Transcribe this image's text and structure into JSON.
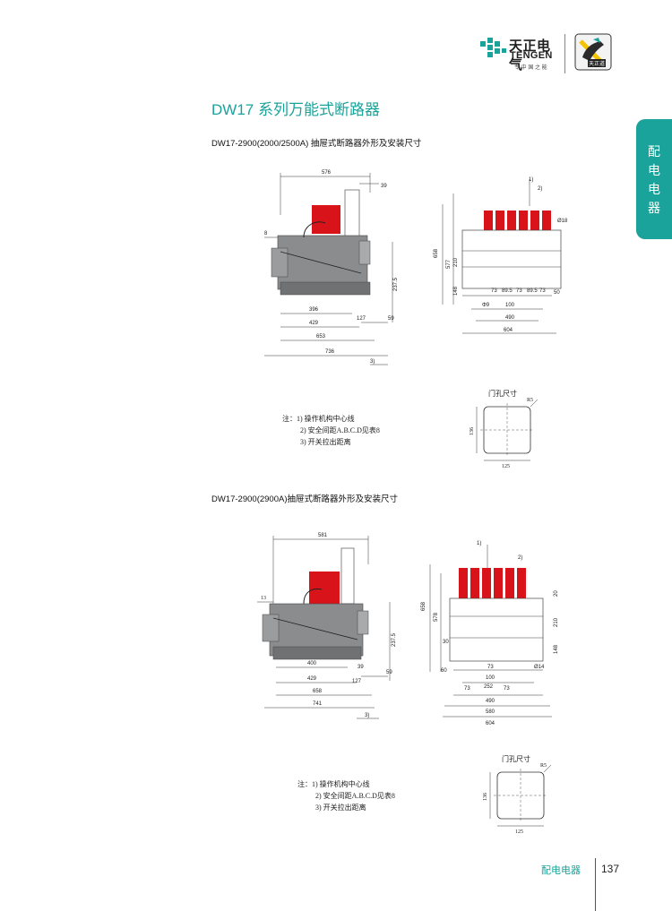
{
  "header": {
    "brand_cn": "天正电气",
    "brand_en": "TENGEN",
    "slogan": "专 中 国 之 能",
    "badge_text": "天正道"
  },
  "page_title": "DW17 系列万能式断路器",
  "side_tab": [
    "配",
    "电",
    "电",
    "器"
  ],
  "section1": {
    "title": "DW17-2900(2000/2500A) 抽屉式断路器外形及安装尺寸",
    "dims_side": [
      "576",
      "39",
      "8",
      "396",
      "429",
      "653",
      "127",
      "59",
      "736",
      "3)",
      "237.5"
    ],
    "dims_front": [
      "1)",
      "2)",
      "Ø18",
      "658",
      "577",
      "210",
      "148",
      "73",
      "89.5",
      "73",
      "89.5",
      "73",
      "50",
      "Φ9",
      "100",
      "490",
      "604"
    ],
    "door_label": "门孔尺寸",
    "door_r": "R5",
    "door_h": "136",
    "door_w": "125",
    "notes": [
      "注：1) 操作机构中心线",
      "2) 安全间距A.B.C.D见表8",
      "3) 开关拉出距离"
    ]
  },
  "section2": {
    "title": "DW17-2900(2900A)抽屉式断路器外形及安装尺寸",
    "dims_side": [
      "581",
      "13",
      "400",
      "429",
      "658",
      "741",
      "39",
      "127",
      "59",
      "3)",
      "237.5"
    ],
    "dims_front": [
      "1)",
      "2)",
      "658",
      "578",
      "20",
      "210",
      "30",
      "148",
      "60",
      "73",
      "100",
      "73",
      "252",
      "73",
      "490",
      "580",
      "604",
      "Ø14"
    ],
    "door_label": "门孔尺寸",
    "door_r": "R5",
    "door_h": "136",
    "door_w": "125",
    "notes": [
      "注：1) 操作机构中心线",
      "2) 安全间距A.B.C.D见表8",
      "3) 开关拉出距离"
    ]
  },
  "footer": {
    "label": "配电电器",
    "page": "137"
  },
  "colors": {
    "accent": "#1aa39a",
    "red": "#d8141a",
    "gray_body": "#8a8c8e",
    "gray_dark": "#5d5f61"
  }
}
